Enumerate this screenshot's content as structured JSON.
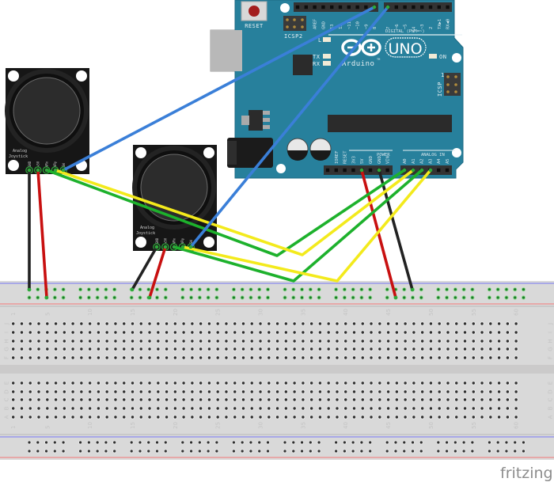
{
  "arduino": {
    "reset_label": "RESET",
    "icsp2_label": "ICSP2",
    "icsp_label": "ICSP",
    "icsp_pin1": "1",
    "digital_header1": [
      "",
      "",
      "AREF",
      "GND",
      "13",
      "12",
      "~11",
      "~10",
      "~9",
      "8"
    ],
    "digital_header2": [
      "7",
      "~6",
      "~5",
      "4",
      "~3",
      "2",
      "TX▶1",
      "RX◀0"
    ],
    "digital_label": "DIGITAL (PWM=~)",
    "led_l": "L",
    "led_tx": "TX",
    "led_rx": "RX",
    "led_on": "ON",
    "logo_text": "UNO",
    "brand": "Arduino",
    "brand_tm": "TM",
    "power_header": [
      "",
      "IOREF",
      "RESET",
      "3V3",
      "5V",
      "GND",
      "GND",
      "VIN"
    ],
    "power_label": "POWER",
    "analog_header": [
      "A0",
      "A1",
      "A2",
      "A3",
      "A4",
      "A5"
    ],
    "analog_label": "ANALOG IN",
    "board_color": "#27809c"
  },
  "joysticks": [
    {
      "label_line1": "Analog",
      "label_line2": "Joystick",
      "pins": [
        "GND",
        "+5V",
        "VRx",
        "VRy",
        "SW"
      ]
    },
    {
      "label_line1": "Analog",
      "label_line2": "Joystick",
      "pins": [
        "GND",
        "+5V",
        "VRx",
        "VRy",
        "SW"
      ]
    }
  ],
  "breadboard": {
    "column_numbers": [
      "1",
      "5",
      "10",
      "15",
      "20",
      "25",
      "30",
      "35",
      "40",
      "45",
      "50",
      "55",
      "60"
    ],
    "row_letters_top": [
      "J",
      "I",
      "H",
      "G",
      "F"
    ],
    "row_letters_bottom": [
      "E",
      "D",
      "C",
      "B",
      "A"
    ]
  },
  "wire_colors": {
    "blue": "#3a7fd8",
    "green": "#1db12c",
    "yellow": "#f3ea1c",
    "red": "#c81010",
    "black": "#222222"
  },
  "watermark": "fritzing"
}
